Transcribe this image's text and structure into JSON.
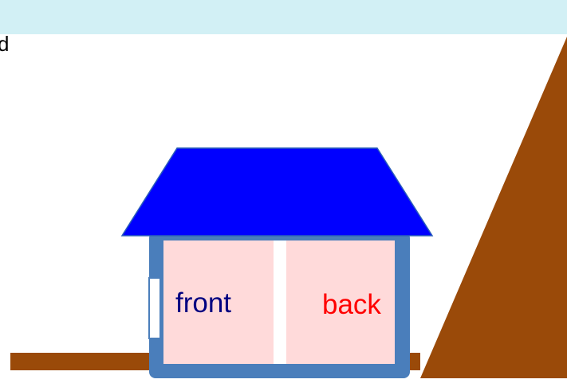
{
  "banner": {
    "partial_text": "d",
    "color": "#d2f0f5"
  },
  "house": {
    "roof_color": "#0000ff",
    "wall_frame_color": "#4a7ebb",
    "room_fill_color": "#ffdada",
    "front_label": "front",
    "back_label": "back",
    "front_label_color": "#000080",
    "back_label_color": "#ff0000"
  },
  "terrain": {
    "color": "#9a4a09"
  }
}
